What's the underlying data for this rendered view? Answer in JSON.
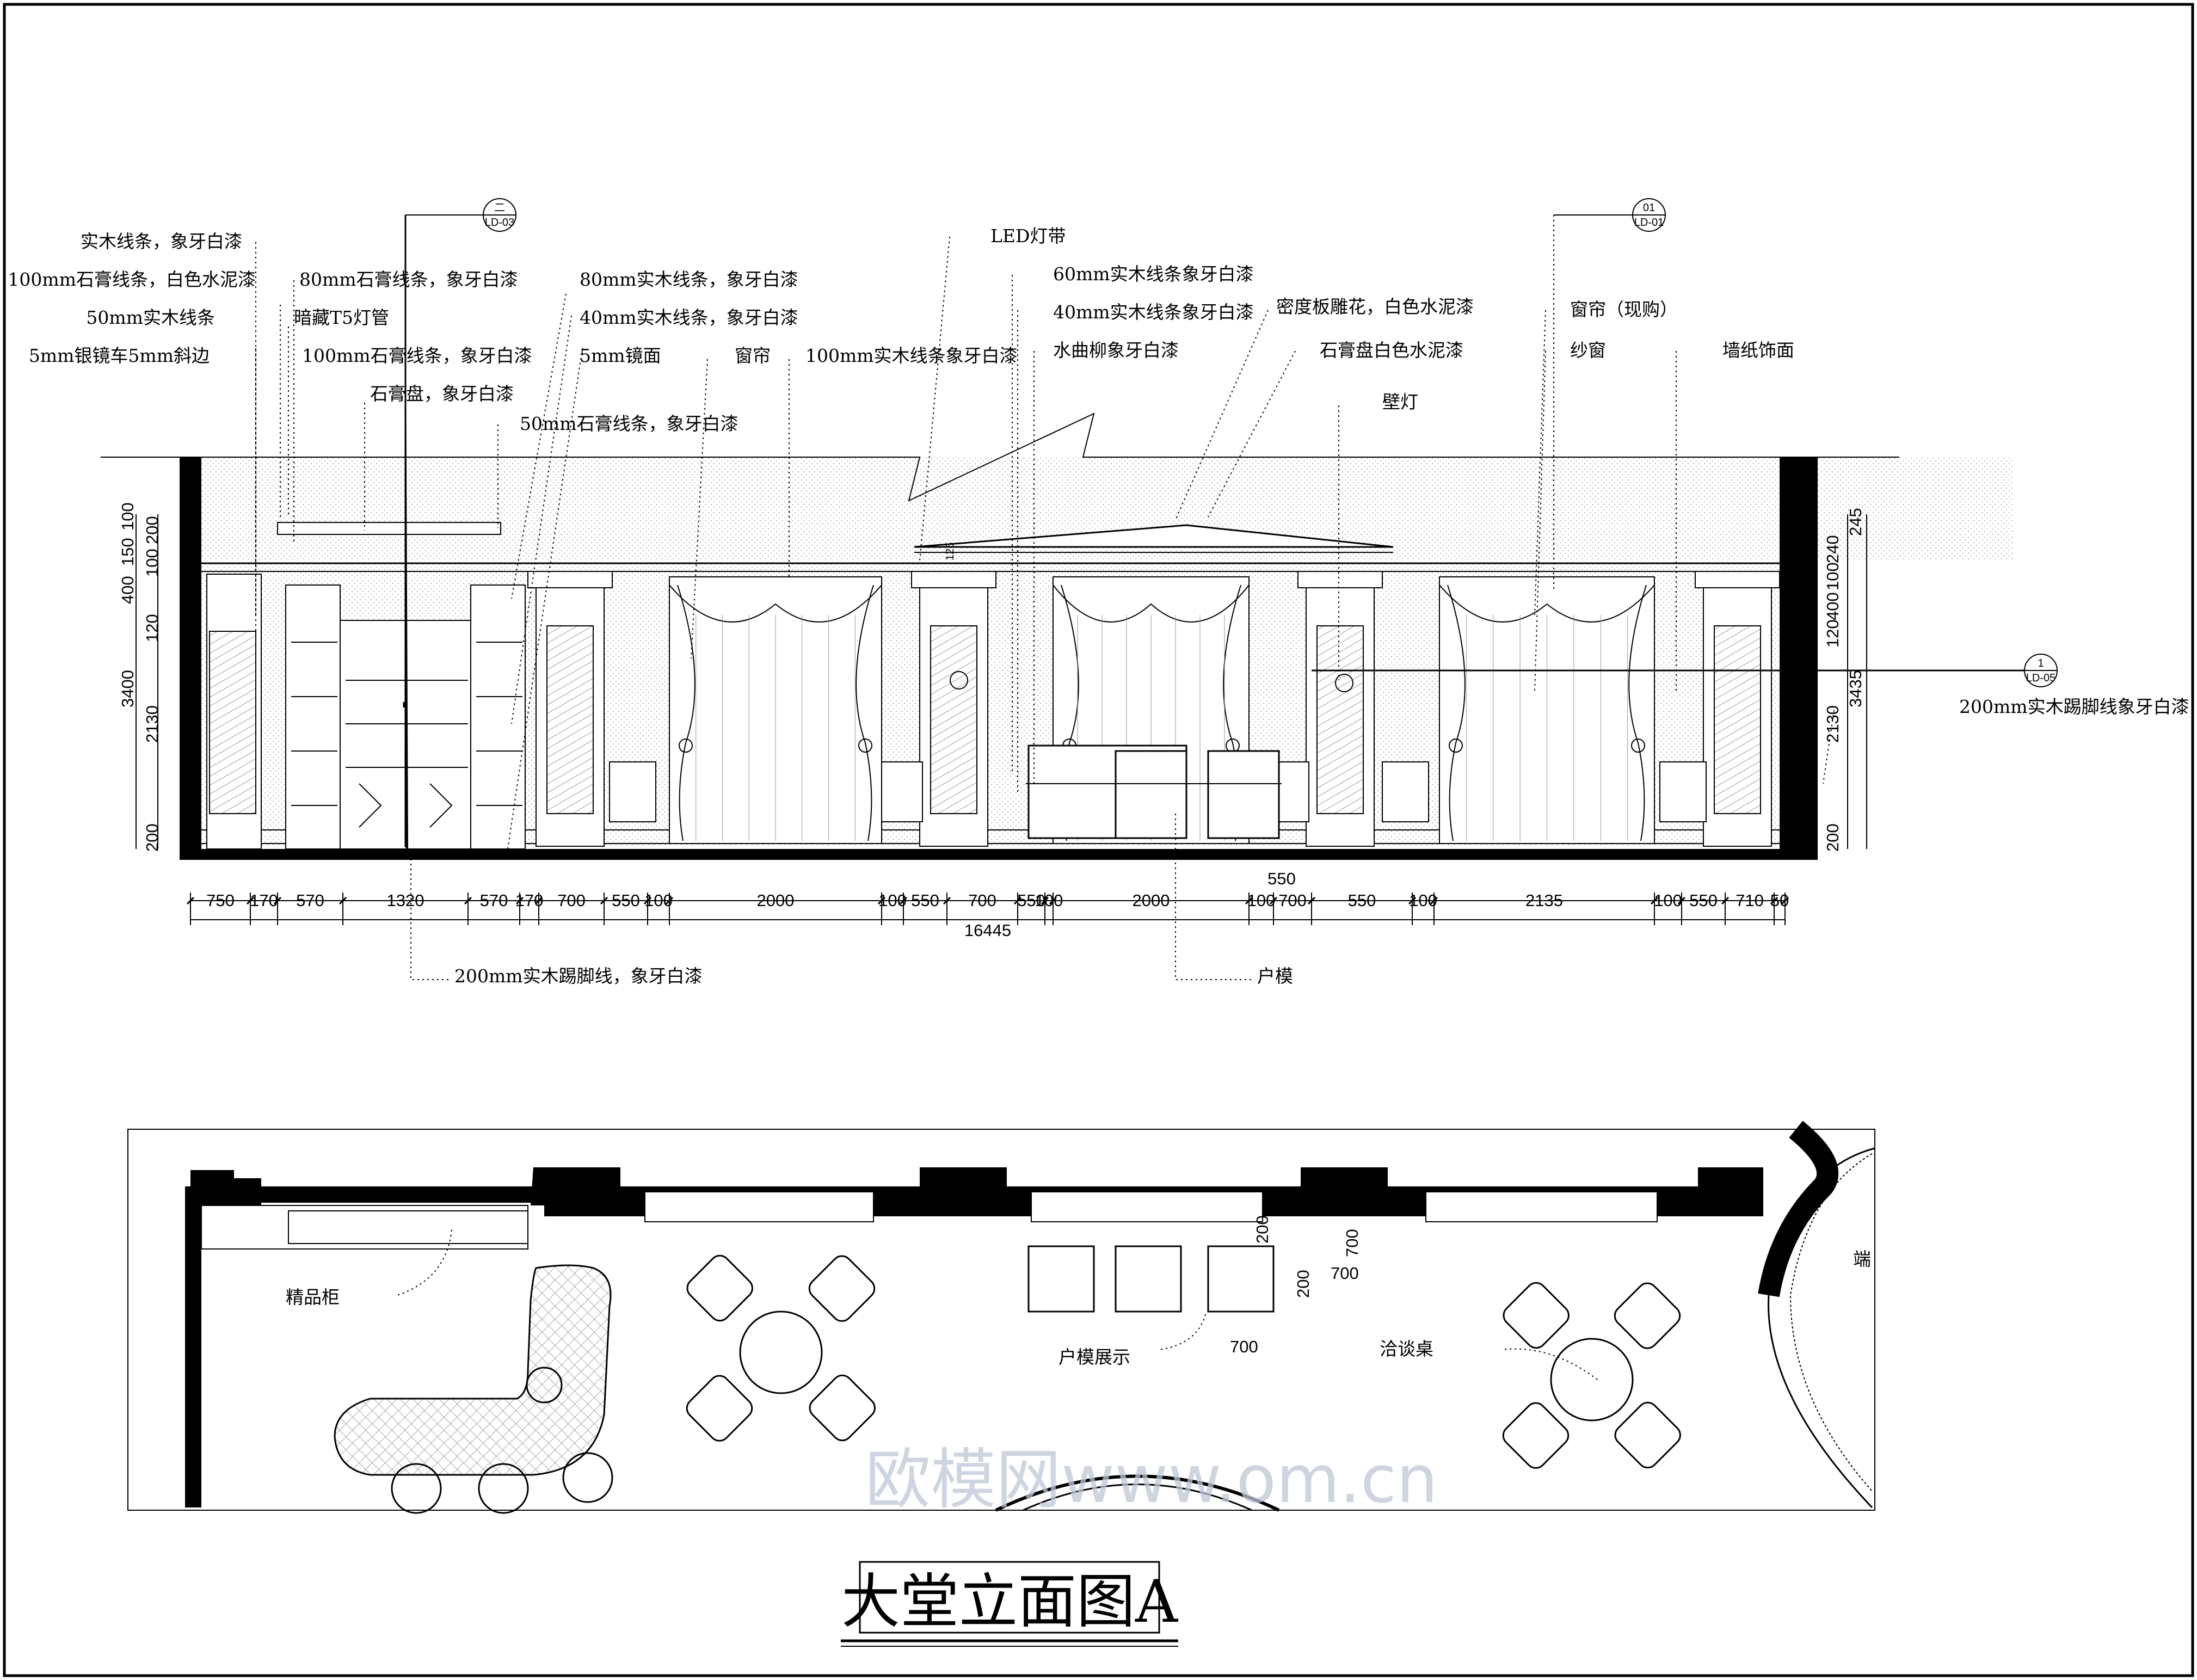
{
  "drawing": {
    "title": "大堂立面图A",
    "watermark": "欧模网www.om.cn"
  },
  "elevation": {
    "labels_left": [
      "实木线条，象牙白漆",
      "100mm石膏线条，白色水泥漆",
      "50mm实木线条",
      "5mm银镜车5mm斜边",
      "80mm石膏线条，象牙白漆",
      "暗藏T5灯管",
      "100mm石膏线条，象牙白漆",
      "石膏盘，象牙白漆",
      "80mm实木线条，象牙白漆",
      "40mm实木线条，象牙白漆",
      "5mm镜面",
      "50mm石膏线条，象牙白漆",
      "窗帘",
      "100mm实木线条象牙白漆"
    ],
    "labels_right": [
      "LED灯带",
      "60mm实木线条象牙白漆",
      "40mm实木线条象牙白漆",
      "水曲柳象牙白漆",
      "密度板雕花，白色水泥漆",
      "石膏盘白色水泥漆",
      "壁灯",
      "窗帘（现购）",
      "纱窗",
      "墙纸饰面",
      "200mm实木踢脚线象牙白漆"
    ],
    "labels_bottom": [
      "200mm实木踢脚线，象牙白漆",
      "户模"
    ],
    "section_tags": [
      {
        "top": "二",
        "bottom": "LD-03"
      },
      {
        "top": "01",
        "bottom": "LD-01"
      },
      {
        "top": "1",
        "bottom": "LD-05"
      }
    ],
    "bottom_dims": [
      "750",
      "170",
      "570",
      "1320",
      "570",
      "170",
      "700",
      "550",
      "100",
      "2000",
      "100",
      "550",
      "700",
      "550",
      "100",
      "2000",
      "100",
      "700",
      "550",
      "100",
      "2135",
      "100",
      "550",
      "710",
      "50"
    ],
    "dim_550_upper": "550",
    "total_width": "16445",
    "left_dims_outer": [
      "400",
      "150",
      "100"
    ],
    "left_dims_inner": [
      "100",
      "200"
    ],
    "left_dims_main": [
      "120",
      "2130",
      "200"
    ],
    "left_total": "3400",
    "right_dims": [
      "240",
      "100",
      "245",
      "400",
      "120",
      "2130",
      "200"
    ],
    "right_total": "3435",
    "small_tag": "125"
  },
  "plan": {
    "labels": [
      "精品柜",
      "户模展示",
      "洽谈桌"
    ],
    "dims": [
      "700",
      "700",
      "200",
      "700",
      "200"
    ],
    "partial_text": "端"
  }
}
